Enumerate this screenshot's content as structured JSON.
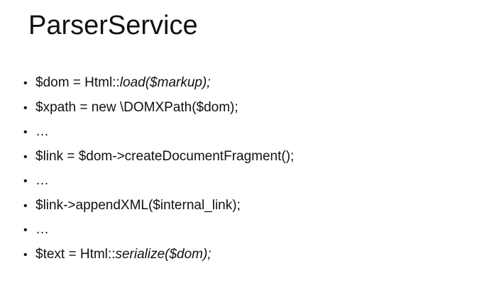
{
  "colors": {
    "bg": "#ffffff",
    "text": "#111111"
  },
  "slide": {
    "title": "ParserService",
    "bullet_char": "•",
    "bullets": [
      {
        "pre": "$dom = Html::",
        "italic": "load($markup);"
      },
      {
        "pre": "$xpath = new \\DOMXPath($dom);",
        "italic": ""
      },
      {
        "pre": "…",
        "italic": ""
      },
      {
        "pre": "$link = $dom->createDocumentFragment();",
        "italic": ""
      },
      {
        "pre": "…",
        "italic": ""
      },
      {
        "pre": "$link->appendXML($internal_link);",
        "italic": ""
      },
      {
        "pre": "…",
        "italic": ""
      },
      {
        "pre": "$text = Html::",
        "italic": "serialize($dom);"
      }
    ]
  }
}
